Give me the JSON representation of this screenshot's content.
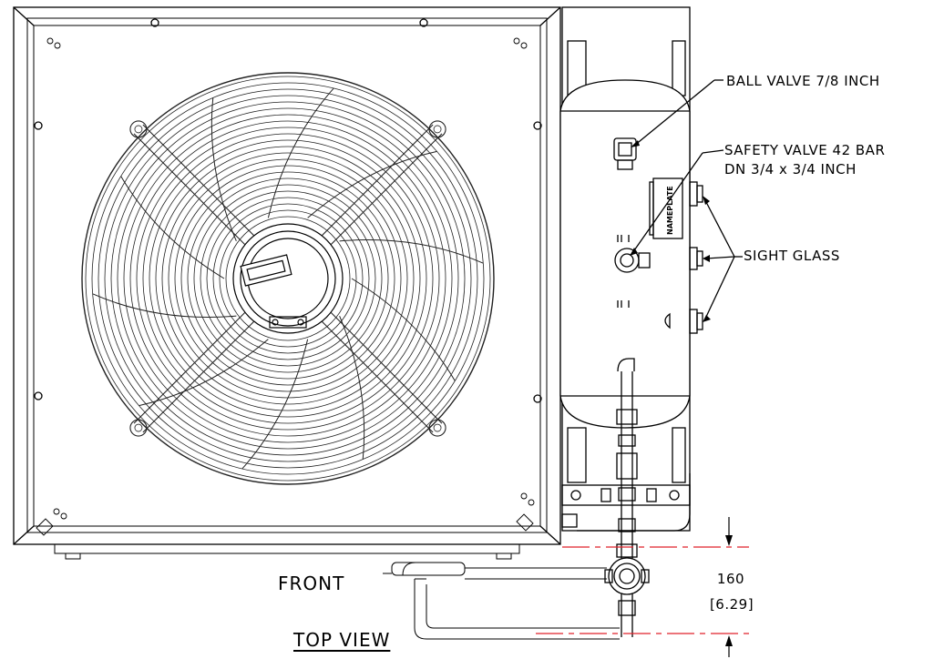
{
  "callouts": {
    "ball_valve": "BALL VALVE 7/8 INCH",
    "safety_valve_line1": "SAFETY VALVE 42 BAR",
    "safety_valve_line2": "DN 3/4 x 3/4 INCH",
    "sight_glass": "SIGHT GLASS",
    "nameplate": "NAMEPLATE"
  },
  "views": {
    "front": "FRONT",
    "top_view": "TOP VIEW"
  },
  "dimension": {
    "metric": "160",
    "imperial": "[6.29]"
  },
  "colors": {
    "line": "#000000",
    "detail": "#555555",
    "dim_line": "#e0202a"
  }
}
